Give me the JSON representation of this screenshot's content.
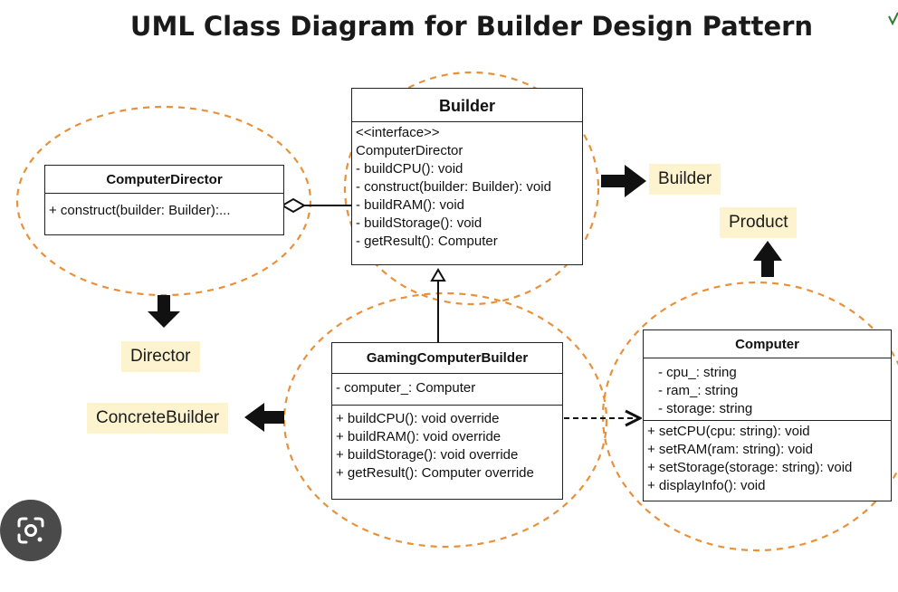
{
  "title": "UML Class Diagram for Builder Design Pattern",
  "classes": {
    "director": {
      "name": "ComputerDirector",
      "methods": [
        "+ construct(builder: Builder):..."
      ]
    },
    "builder": {
      "name": "Builder",
      "members": [
        "<<interface>>",
        "ComputerDirector",
        "- buildCPU(): void",
        "- construct(builder: Builder): void",
        "- buildRAM(): void",
        "- buildStorage(): void",
        "- getResult(): Computer"
      ]
    },
    "gaming": {
      "name": "GamingComputerBuilder",
      "attributes": [
        "- computer_: Computer"
      ],
      "methods": [
        "+ buildCPU(): void override",
        "+ buildRAM(): void override",
        "+ buildStorage(): void override",
        "+ getResult(): Computer override"
      ]
    },
    "computer": {
      "name": "Computer",
      "attributes": [
        "- cpu_: string",
        "- ram_: string",
        "- storage: string"
      ],
      "methods": [
        "+ setCPU(cpu: string): void",
        "+ setRAM(ram: string): void",
        "+ setStorage(storage: string): void",
        "+ displayInfo(): void"
      ]
    }
  },
  "tags": {
    "builder": "Builder",
    "product": "Product",
    "director": "Director",
    "concrete_builder": "ConcreteBuilder"
  },
  "colors": {
    "dashed_ellipse": "#e8913a",
    "tag_background": "#fdf3cf"
  },
  "icons": {
    "lens": "google-lens-icon"
  }
}
